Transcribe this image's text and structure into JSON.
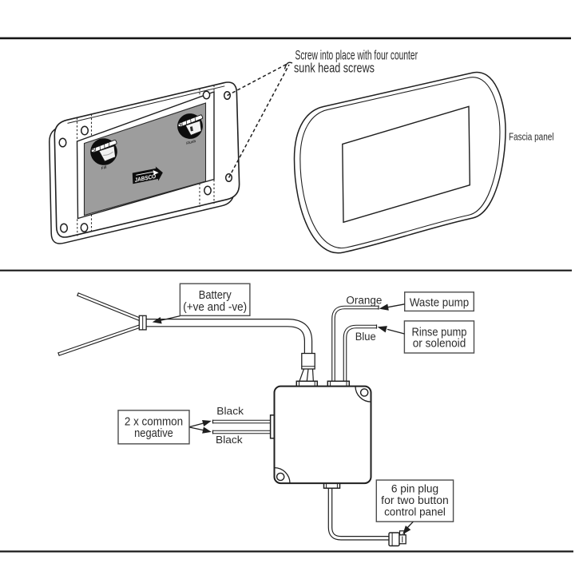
{
  "colors": {
    "ink": "#1f1f1f",
    "panel_gray": "#9d9d9d",
    "button_black": "#0d0d0d",
    "background": "#ffffff"
  },
  "assembly": {
    "screw_note_line1": "Screw into place with four counter",
    "screw_note_line2": "sunk head screws",
    "fascia_label": "Fascia panel",
    "brand": "JABSCO",
    "button_left_label": "Fill",
    "button_right_label": "Flush"
  },
  "wiring": {
    "battery_line1": "Battery",
    "battery_line2": "(+ve and -ve)",
    "orange_label": "Orange",
    "blue_label": "Blue",
    "waste_pump_label": "Waste pump",
    "rinse_line1": "Rinse pump",
    "rinse_line2": "or solenoid",
    "black_top_label": "Black",
    "black_bottom_label": "Black",
    "negative_line1": "2 x common",
    "negative_line2": "negative",
    "sixpin_line1": "6 pin plug",
    "sixpin_line2": "for two button",
    "sixpin_line3": "control panel"
  }
}
